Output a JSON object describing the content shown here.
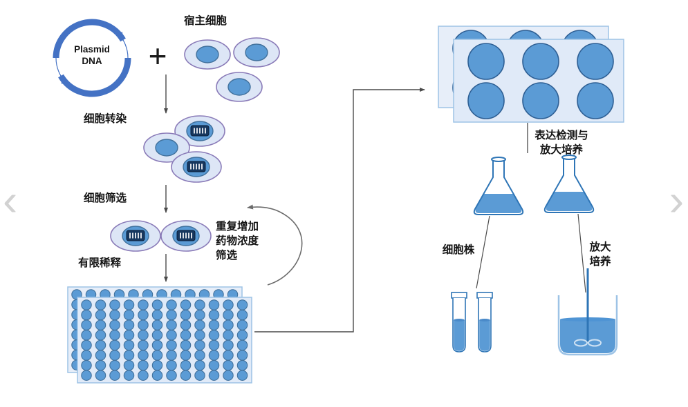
{
  "carousel": {
    "prev_icon": "‹",
    "next_icon": "›"
  },
  "diagram": {
    "plasmid": {
      "line1": "Plasmid",
      "line2": "DNA"
    },
    "plus_sign": "+",
    "host_cells_label": "宿主细胞",
    "transfection_label": "细胞转染",
    "screening_label": "细胞筛选",
    "limiting_dilution_label": "有限稀释",
    "repeat_selection": {
      "line1": "重复增加",
      "line2": "药物浓度",
      "line3": "筛选"
    },
    "expression_scaleup": {
      "line1": "表达检测与",
      "line2": "放大培养"
    },
    "cell_line_label": "细胞株",
    "scale_up": {
      "line1": "放大",
      "line2": "培养"
    }
  },
  "plates": {
    "plate96": {
      "cols": 12,
      "rows": 8
    },
    "plate6": {
      "cols": 3,
      "rows": 2
    }
  },
  "colors": {
    "well_blue": "#5b9bd5",
    "well_border": "#41719c",
    "plate_fill": "#e0eaf8",
    "plate_border": "#9dc3e6",
    "cell_fill": "#dde6f6",
    "cell_border": "#8a7bb8",
    "plasmid_arc": "#4472c4",
    "flask_stroke": "#2e75b6",
    "connector_dark": "#4a4a4a",
    "connector_gray": "#6b6b6b",
    "nav_chevron": "#d2d2d2"
  }
}
